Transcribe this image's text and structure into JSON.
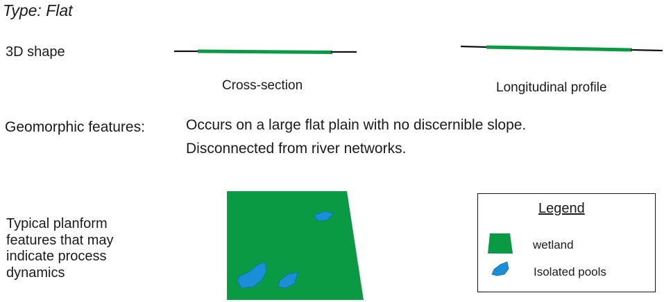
{
  "type_title": "Type: Flat",
  "shape_section": {
    "label": "3D shape",
    "cross_section_label": "Cross-section",
    "longitudinal_label": "Longitudinal profile"
  },
  "geomorphic": {
    "label": "Geomorphic features:",
    "line1": "Occurs on a large flat plain with no discernible slope.",
    "line2": "Disconnected from river networks."
  },
  "planform": {
    "label": "Typical planform features that may indicate process dynamics"
  },
  "legend": {
    "title": "Legend",
    "wetland_label": "wetland",
    "pools_label": "Isolated pools"
  },
  "colors": {
    "wetland": "#0a9a43",
    "pool": "#1a8fd6",
    "line": "#111111"
  }
}
